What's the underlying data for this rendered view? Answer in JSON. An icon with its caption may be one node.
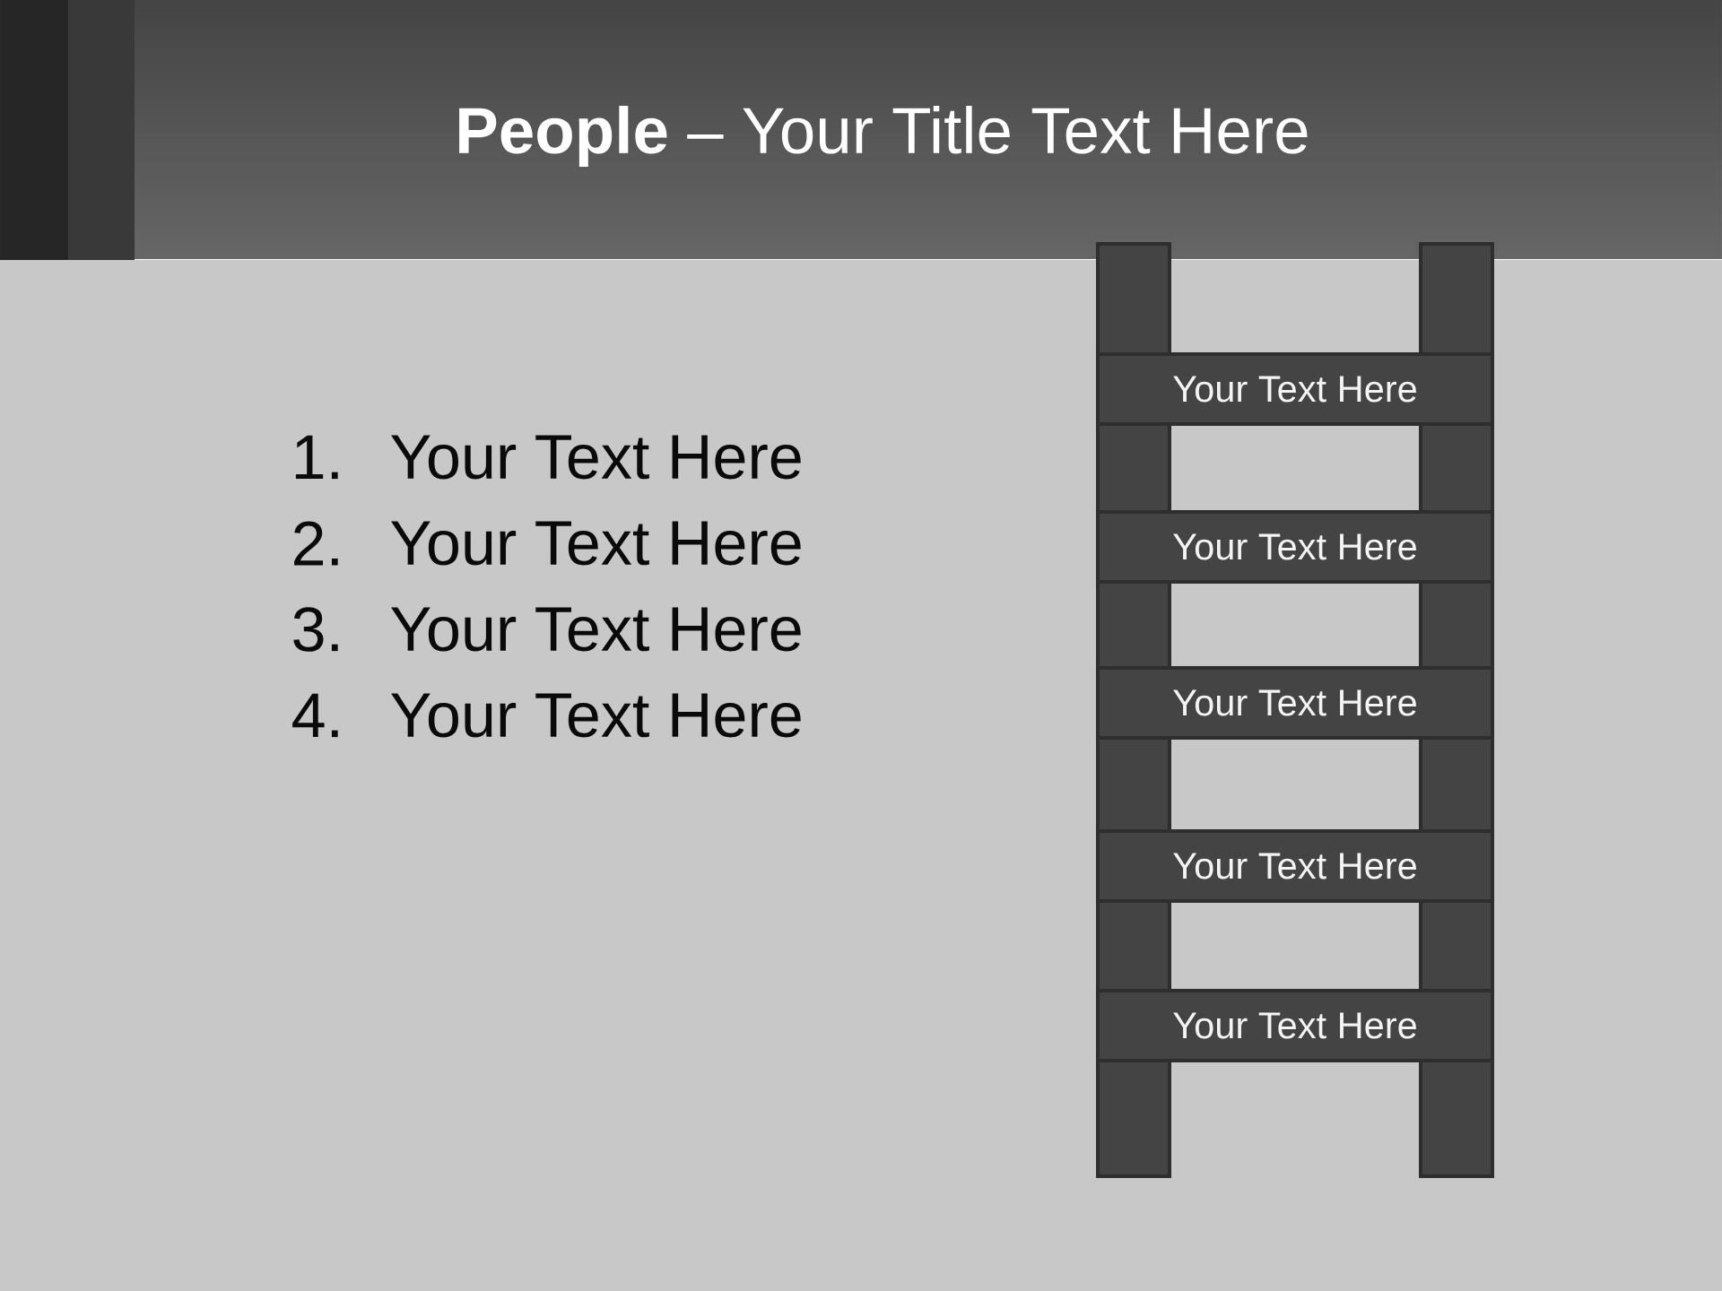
{
  "diagram": {
    "title": "**People** – Your Title Text Here",
    "nodes": [
      {
        "text": [],
        "shape": "bar"
      },
      {
        "text": [],
        "shape": "bar"
      },
      {
        "text": [
          "Your Text Here"
        ]
      },
      {
        "text": [
          "Your Text Here"
        ]
      },
      {
        "text": [
          "Your Text Here"
        ]
      },
      {
        "text": [
          "Your Text Here"
        ]
      },
      {
        "text": [
          "Your Text Here"
        ]
      }
    ],
    "labels": [
      "1.",
      "Your Text Here",
      "2.",
      "Your Text Here",
      "3.",
      "Your Text Here",
      "4.",
      "Your Text Here"
    ]
  }
}
